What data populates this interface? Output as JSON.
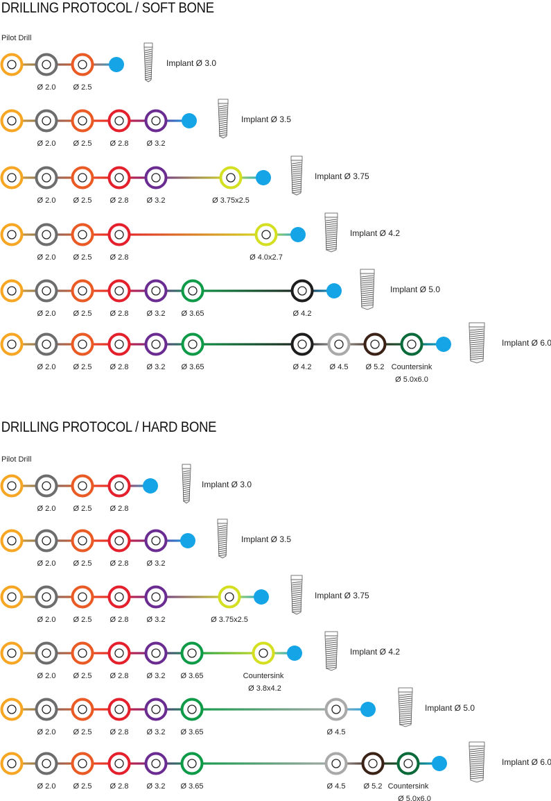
{
  "colors": {
    "pilot": "#f6a623",
    "d20": "#6d6d6d",
    "d25": "#ea5a24",
    "d28": "#e3202c",
    "d32": "#6b2c91",
    "d365": "#0f9a48",
    "d375x25": "#d4df22",
    "d40x27": "#d4df22",
    "cs38": "#d4df22",
    "d42": "#1e1e1e",
    "d45": "#a9a9a9",
    "d52": "#3b2216",
    "cs50": "#0b6a3a",
    "end": "#15a4e6"
  },
  "sections": [
    {
      "title": "DRILLING PROTOCOL / SOFT BONE",
      "pilot_label": "Pilot Drill",
      "rows": [
        {
          "implant_label": "Implant Ø 3.0",
          "drills": [
            {
              "key": "pilot",
              "label": ""
            },
            {
              "key": "d20",
              "label": "Ø 2.0"
            },
            {
              "key": "d25",
              "label": "Ø 2.5"
            }
          ]
        },
        {
          "implant_label": "Implant Ø 3.5",
          "drills": [
            {
              "key": "pilot",
              "label": ""
            },
            {
              "key": "d20",
              "label": "Ø 2.0"
            },
            {
              "key": "d25",
              "label": "Ø 2.5"
            },
            {
              "key": "d28",
              "label": "Ø 2.8"
            },
            {
              "key": "d32",
              "label": "Ø 3.2"
            }
          ]
        },
        {
          "implant_label": "Implant Ø 3.75",
          "drills": [
            {
              "key": "pilot",
              "label": ""
            },
            {
              "key": "d20",
              "label": "Ø 2.0"
            },
            {
              "key": "d25",
              "label": "Ø 2.5"
            },
            {
              "key": "d28",
              "label": "Ø 2.8"
            },
            {
              "key": "d32",
              "label": "Ø 3.2"
            },
            {
              "key": "d375x25",
              "label": "Ø 3.75x2.5"
            }
          ]
        },
        {
          "implant_label": "Implant Ø 4.2",
          "drills": [
            {
              "key": "pilot",
              "label": ""
            },
            {
              "key": "d20",
              "label": "Ø 2.0"
            },
            {
              "key": "d25",
              "label": "Ø 2.5"
            },
            {
              "key": "d28",
              "label": "Ø 2.8"
            },
            {
              "key": "d40x27",
              "label": "Ø 4.0x2.7"
            }
          ]
        },
        {
          "implant_label": "Implant Ø 5.0",
          "drills": [
            {
              "key": "pilot",
              "label": ""
            },
            {
              "key": "d20",
              "label": "Ø 2.0"
            },
            {
              "key": "d25",
              "label": "Ø 2.5"
            },
            {
              "key": "d28",
              "label": "Ø 2.8"
            },
            {
              "key": "d32",
              "label": "Ø 3.2"
            },
            {
              "key": "d365",
              "label": "Ø 3.65"
            },
            {
              "key": "d42",
              "label": "Ø 4.2"
            }
          ]
        },
        {
          "implant_label": "Implant Ø 6.0",
          "drills": [
            {
              "key": "pilot",
              "label": ""
            },
            {
              "key": "d20",
              "label": "Ø 2.0"
            },
            {
              "key": "d25",
              "label": "Ø 2.5"
            },
            {
              "key": "d28",
              "label": "Ø 2.8"
            },
            {
              "key": "d32",
              "label": "Ø 3.2"
            },
            {
              "key": "d365",
              "label": "Ø 3.65"
            },
            {
              "key": "d42",
              "label": "Ø 4.2"
            },
            {
              "key": "d45",
              "label": "Ø 4.5"
            },
            {
              "key": "d52",
              "label": "Ø 5.2"
            },
            {
              "key": "cs50",
              "label": "Countersink",
              "label2": "Ø 5.0x6.0"
            }
          ]
        }
      ]
    },
    {
      "title": "DRILLING PROTOCOL / HARD BONE",
      "pilot_label": "Pilot Drill",
      "rows": [
        {
          "implant_label": "Implant Ø 3.0",
          "drills": [
            {
              "key": "pilot",
              "label": ""
            },
            {
              "key": "d20",
              "label": "Ø 2.0"
            },
            {
              "key": "d25",
              "label": "Ø 2.5"
            },
            {
              "key": "d28",
              "label": "Ø 2.8"
            }
          ]
        },
        {
          "implant_label": "Implant Ø 3.5",
          "drills": [
            {
              "key": "pilot",
              "label": ""
            },
            {
              "key": "d20",
              "label": "Ø 2.0"
            },
            {
              "key": "d25",
              "label": "Ø 2.5"
            },
            {
              "key": "d28",
              "label": "Ø 2.8"
            },
            {
              "key": "d32",
              "label": "Ø 3.2"
            }
          ]
        },
        {
          "implant_label": "Implant Ø 3.75",
          "drills": [
            {
              "key": "pilot",
              "label": ""
            },
            {
              "key": "d20",
              "label": "Ø 2.0"
            },
            {
              "key": "d25",
              "label": "Ø 2.5"
            },
            {
              "key": "d28",
              "label": "Ø 2.8"
            },
            {
              "key": "d32",
              "label": "Ø 3.2"
            },
            {
              "key": "d375x25",
              "label": "Ø 3.75x2.5"
            }
          ]
        },
        {
          "implant_label": "Implant Ø 4.2",
          "drills": [
            {
              "key": "pilot",
              "label": ""
            },
            {
              "key": "d20",
              "label": "Ø 2.0"
            },
            {
              "key": "d25",
              "label": "Ø 2.5"
            },
            {
              "key": "d28",
              "label": "Ø 2.8"
            },
            {
              "key": "d32",
              "label": "Ø 3.2"
            },
            {
              "key": "d365",
              "label": "Ø 3.65"
            },
            {
              "key": "cs38",
              "label": "Countersink",
              "label2": "Ø 3.8x4.2"
            }
          ]
        },
        {
          "implant_label": "Implant Ø 5.0",
          "drills": [
            {
              "key": "pilot",
              "label": ""
            },
            {
              "key": "d20",
              "label": "Ø 2.0"
            },
            {
              "key": "d25",
              "label": "Ø 2.5"
            },
            {
              "key": "d28",
              "label": "Ø 2.8"
            },
            {
              "key": "d32",
              "label": "Ø 3.2"
            },
            {
              "key": "d365",
              "label": "Ø 3.65"
            },
            {
              "key": "d45",
              "label": "Ø 4.5"
            }
          ]
        },
        {
          "implant_label": "Implant Ø 6.0",
          "drills": [
            {
              "key": "pilot",
              "label": ""
            },
            {
              "key": "d20",
              "label": "Ø 2.0"
            },
            {
              "key": "d25",
              "label": "Ø 2.5"
            },
            {
              "key": "d28",
              "label": "Ø 2.8"
            },
            {
              "key": "d32",
              "label": "Ø 3.2"
            },
            {
              "key": "d365",
              "label": "Ø 3.65"
            },
            {
              "key": "d45",
              "label": "Ø 4.5"
            },
            {
              "key": "d52",
              "label": "Ø 5.2"
            },
            {
              "key": "cs50",
              "label": "Countersink",
              "label2": "Ø 5.0x6.0"
            }
          ]
        }
      ]
    }
  ]
}
